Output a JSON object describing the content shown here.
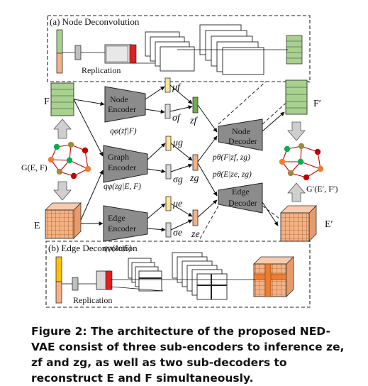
{
  "labels": {
    "node_deconv_title": "(a) Node Deconvolution",
    "edge_deconv_title": "(b) Edge Deconvolution",
    "replication_top": "Replication",
    "replication_bottom": "Replication",
    "input_F": "F",
    "input_G": "G(E, F)",
    "input_E": "E",
    "output_F": "F′",
    "output_G": "G′(E′, F′)",
    "output_E": "E′"
  },
  "encoders": {
    "node": {
      "line1": "Node",
      "line2": "Encoder",
      "dist": "qφ(zf|F)"
    },
    "graph": {
      "line1": "Graph",
      "line2": "Encoder",
      "dist": "qφ(zg|E, F)"
    },
    "edge": {
      "line1": "Edge",
      "line2": "Encoder",
      "dist": "qφ(ze|E)"
    }
  },
  "latents": {
    "mu_f": "μf",
    "sigma_f": "σf",
    "z_f": "zf",
    "mu_g": "μg",
    "sigma_g": "σg",
    "z_g": "zg",
    "mu_e": "μe",
    "sigma_e": "σe",
    "z_e": "ze"
  },
  "decoders": {
    "node": {
      "line1": "Node",
      "line2": "Decoder",
      "dist": "pθ(F|zf, zg)"
    },
    "edge": {
      "line1": "Edge",
      "line2": "Decoder",
      "dist": "pθ(E|ze, zg)"
    }
  },
  "caption": "Figure 2: The architecture of the proposed NED-VAE consist of three sub-encoders to inference ze, zf and zg, as well as two sub-decoders to reconstruct E and F simultaneously.",
  "colors": {
    "encoder_fill": "#8c8c8c",
    "node_green": "#a9d18e",
    "edge_orange": "#f4b183",
    "mu_yellow": "#ffe699",
    "z_green": "#70ad47",
    "red_bar": "#e02020",
    "graph_red": "#c00000",
    "graph_green": "#00b050",
    "graph_orange": "#ed7d31",
    "graph_olive": "#9e8a3c"
  }
}
